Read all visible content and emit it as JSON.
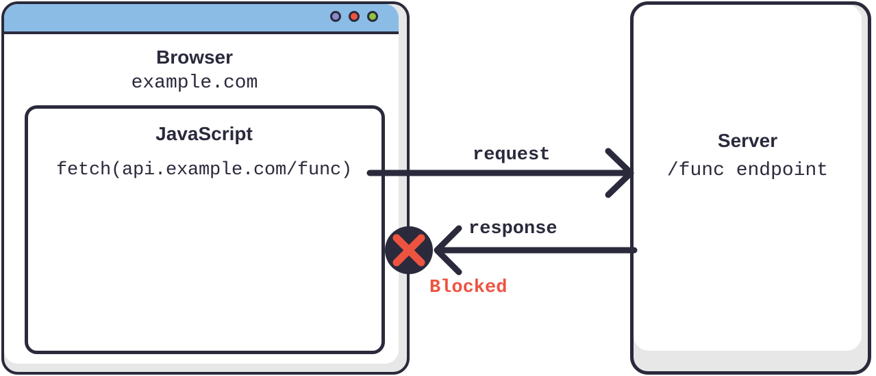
{
  "colors": {
    "ink": "#2a2a3c",
    "titlebar_blue": "#8bbce5",
    "shadow_gray": "#e7e7e7",
    "accent_red": "#ee5340",
    "dot_purple": "#8b8bc8",
    "dot_red": "#ee5340",
    "dot_green": "#8cc63f",
    "panel_white": "#ffffff"
  },
  "browser": {
    "title": "Browser",
    "url": "example.com",
    "window_controls": [
      {
        "name": "minimize-dot",
        "color": "#8b8bc8"
      },
      {
        "name": "maximize-dot",
        "color": "#ee5340"
      },
      {
        "name": "close-dot",
        "color": "#8cc63f"
      }
    ],
    "js_box": {
      "title": "JavaScript",
      "code": "fetch(api.example.com/func)"
    }
  },
  "server": {
    "title": "Server",
    "endpoint": "/func endpoint"
  },
  "flow": {
    "request_label": "request",
    "response_label": "response",
    "blocked_label": "Blocked",
    "blocked_icon": "x-mark-icon"
  }
}
